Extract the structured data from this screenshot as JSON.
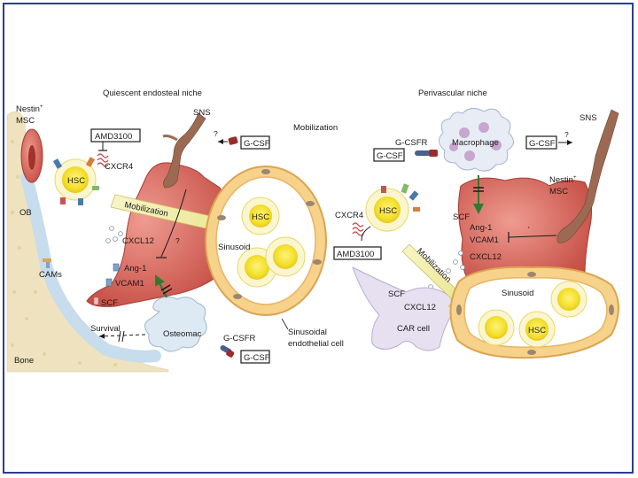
{
  "left_panel": {
    "title": "Quiescent endosteal niche",
    "nestin_msc": "Nestin",
    "nestin_plus": "+",
    "msc": "MSC",
    "hsc": "HSC",
    "amd3100": "AMD3100",
    "cxcr4": "CXCR4",
    "sns": "SNS",
    "q1": "?",
    "q2": "?",
    "gcsf_top": "G-CSF",
    "mobilization_title": "Mobilization",
    "mobilization_arrow": "Mobilization",
    "cxcl12": "CXCL12",
    "ang1": "Ang-1",
    "vcam1": "VCAM1",
    "scf": "SCF",
    "ob": "OB",
    "cams": "CAMs",
    "survival": "Survival",
    "bone": "Bone",
    "osteomac": "Osteomac",
    "gcsfr": "G-CSFR",
    "gcsf_bottom": "G-CSF",
    "sinusoid": "Sinusoid",
    "sinusoid_hsc": "HSC",
    "sinusoidal_endo_1": "Sinusoidal",
    "sinusoidal_endo_2": "endothelial cell"
  },
  "right_panel": {
    "title": "Perivascular niche",
    "sns": "SNS",
    "gcsfr": "G-CSFR",
    "gcsf_left": "G-CSF",
    "macrophage": "Macrophage",
    "gcsf_right": "G-CSF",
    "q": "?",
    "nestin": "Nestin",
    "nestin_plus": "+",
    "msc": "MSC",
    "cxcr4": "CXCR4",
    "hsc": "HSC",
    "amd3100": "AMD3100",
    "scf_top": "SCF",
    "ang1": "Ang-1",
    "vcam1": "VCAM1",
    "cxcl12_top": "CXCL12",
    "mobilization": "Mobilization",
    "scf_car": "SCF",
    "cxcl12_car": "CXCL12",
    "car_cell": "CAR cell",
    "sinusoid": "Sinusoid",
    "sinusoid_hsc": "HSC"
  },
  "colors": {
    "frame": "#2a3f8f",
    "msc_red": "#d9635a",
    "hsc_yellow": "#f4e43a",
    "sinusoid_orange": "#f6d28a",
    "bone_beige": "#efe3bf",
    "lavender": "#e6e0f0",
    "osteomac_blue": "#dde9f3",
    "sns_brown": "#9c6a52",
    "arrow_green": "#2f7a2f",
    "mobilization_yellow": "#f3f1b4"
  },
  "icons": [
    "hsc-cell",
    "msc-cell",
    "sns-nerve",
    "macrophage-cell",
    "osteomac-cell",
    "car-cell",
    "sinusoid-vessel",
    "bone-tissue"
  ]
}
